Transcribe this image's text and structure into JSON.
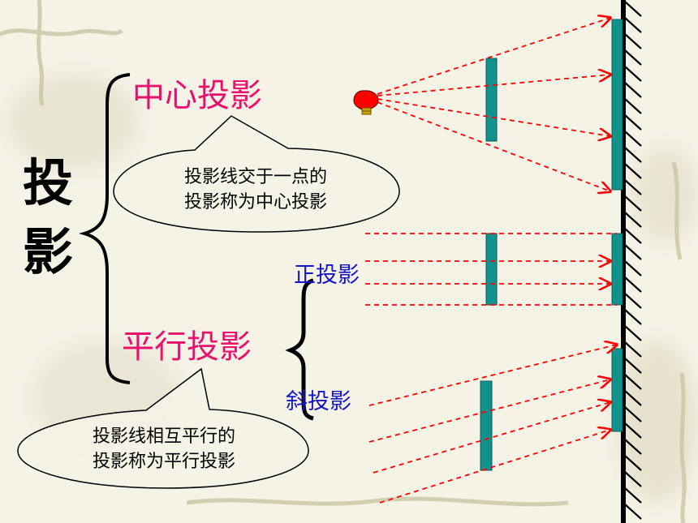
{
  "title": {
    "char1": "投",
    "char2": "影"
  },
  "center": {
    "label": "中心投影",
    "bubble_line1": "投影线交于一点的",
    "bubble_line2": "投影称为中心投影"
  },
  "parallel": {
    "label": "平行投影",
    "bubble_line1": "投影线相互平行的",
    "bubble_line2": "投影称为平行投影"
  },
  "orthographic": {
    "label": "正投影"
  },
  "oblique": {
    "label": "斜投影"
  },
  "colors": {
    "ray": "#ff0000",
    "object_bar": "#11928c",
    "category_text": "#e8116e",
    "sub_text": "#1515c8",
    "wall": "#000000",
    "bulb": "#ff0000"
  },
  "icons": {
    "light_source": "light-bulb-icon"
  }
}
